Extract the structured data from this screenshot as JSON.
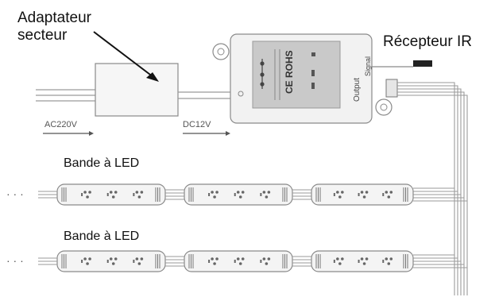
{
  "labels": {
    "adapter_line1": "Adaptateur",
    "adapter_line2": "secteur",
    "ir_receiver": "Récepteur IR",
    "strip_1": "Bande à LED",
    "strip_2": "Bande à LED",
    "ellipsis": "· · ·"
  },
  "wire_labels": {
    "input_voltage": "AC220V",
    "output_voltage": "DC12V"
  },
  "controller": {
    "label_ce": "CE",
    "label_rohs": "ROHS",
    "label_output": "Output",
    "label_signal": "Signal"
  },
  "colors": {
    "line": "#8a8a8a",
    "box_fill": "#f2f2f2",
    "panel_fill": "#c9c9c9",
    "text": "#111111"
  }
}
